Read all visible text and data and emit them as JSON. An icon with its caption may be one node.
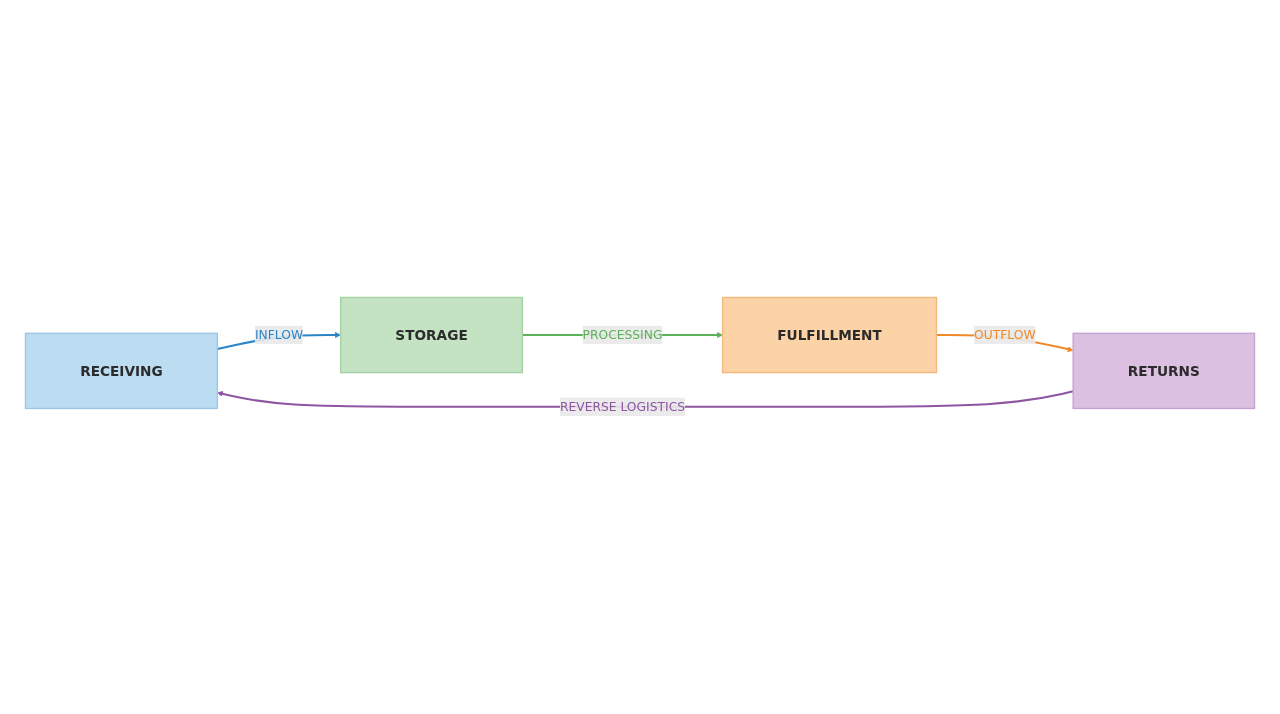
{
  "diagram": {
    "nodes": [
      {
        "text": [
          "RECEIVING"
        ]
      },
      {
        "text": [
          "STORAGE"
        ]
      },
      {
        "text": [
          "FULFILLMENT"
        ]
      },
      {
        "text": [
          "RETURNS"
        ]
      }
    ],
    "edges": [
      {
        "from": 0,
        "to": 1,
        "arrow": "to",
        "label": "INFLOW",
        "color": "#2a86c8"
      },
      {
        "from": 1,
        "to": 2,
        "arrow": "to",
        "label": "PROCESSING",
        "color": "#5cb15a"
      },
      {
        "from": 2,
        "to": 3,
        "arrow": "to",
        "label": "OUTFLOW",
        "color": "#f0892a"
      },
      {
        "from": 3,
        "to": 0,
        "arrow": "to",
        "label": "REVERSE LOGISTICS",
        "color": "#8e55a3"
      }
    ]
  }
}
